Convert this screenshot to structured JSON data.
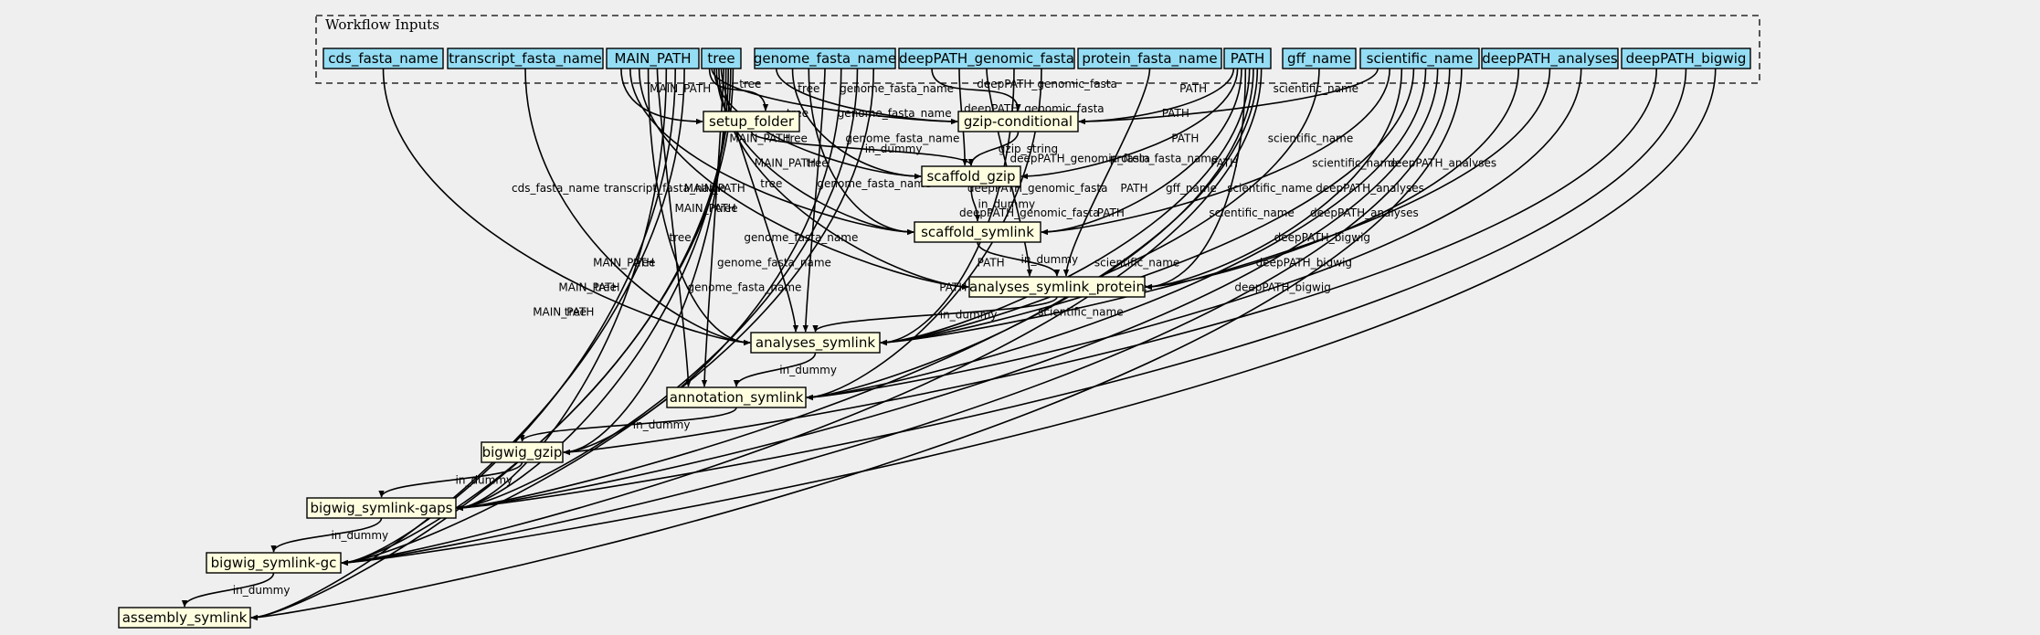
{
  "group": {
    "label": "Workflow Inputs"
  },
  "colors": {
    "input_fill": "#94ddf4",
    "step_fill": "#ffffe0",
    "background": "#efefef"
  },
  "inputs": [
    {
      "id": "cds",
      "label": "cds_fasta_name"
    },
    {
      "id": "tfn",
      "label": "transcript_fasta_name"
    },
    {
      "id": "mp",
      "label": "MAIN_PATH"
    },
    {
      "id": "tree",
      "label": "tree"
    },
    {
      "id": "gfn",
      "label": "genome_fasta_name"
    },
    {
      "id": "dgf",
      "label": "deepPATH_genomic_fasta"
    },
    {
      "id": "pfn",
      "label": "protein_fasta_name"
    },
    {
      "id": "path",
      "label": "PATH"
    },
    {
      "id": "gff",
      "label": "gff_name"
    },
    {
      "id": "sn",
      "label": "scientific_name"
    },
    {
      "id": "da",
      "label": "deepPATH_analyses"
    },
    {
      "id": "db",
      "label": "deepPATH_bigwig"
    }
  ],
  "steps": [
    {
      "id": "sf",
      "label": "setup_folder"
    },
    {
      "id": "gc",
      "label": "gzip-conditional"
    },
    {
      "id": "sg",
      "label": "scaffold_gzip"
    },
    {
      "id": "ss",
      "label": "scaffold_symlink"
    },
    {
      "id": "asp",
      "label": "analyses_symlink_protein"
    },
    {
      "id": "as",
      "label": "analyses_symlink"
    },
    {
      "id": "ans",
      "label": "annotation_symlink"
    },
    {
      "id": "bg",
      "label": "bigwig_gzip"
    },
    {
      "id": "bsg",
      "label": "bigwig_symlink-gaps"
    },
    {
      "id": "bgc",
      "label": "bigwig_symlink-gc"
    },
    {
      "id": "asy",
      "label": "assembly_symlink"
    }
  ],
  "edges": [
    {
      "from": "mp",
      "to": "sf",
      "label": "MAIN_PATH"
    },
    {
      "from": "tree",
      "to": "sf",
      "label": "tree"
    },
    {
      "from": "tree",
      "to": "gc",
      "label": "tree"
    },
    {
      "from": "gfn",
      "to": "gc",
      "label": "genome_fasta_name"
    },
    {
      "from": "dgf",
      "to": "gc",
      "label": "deepPATH_genomic_fasta"
    },
    {
      "from": "path",
      "to": "gc",
      "label": "PATH"
    },
    {
      "from": "sn",
      "to": "gc",
      "label": "scientific_name"
    },
    {
      "from": "tree",
      "to": "sg",
      "label": "tree"
    },
    {
      "from": "gfn",
      "to": "sg",
      "label": "genome_fasta_name"
    },
    {
      "from": "dgf",
      "to": "sg",
      "label": "deepPATH_genomic_fasta"
    },
    {
      "from": "path",
      "to": "sg",
      "label": "PATH"
    },
    {
      "from": "sf",
      "to": "sg",
      "label": "in_dummy"
    },
    {
      "from": "gc",
      "to": "sg",
      "label": "gzip_string"
    },
    {
      "from": "mp",
      "to": "ss",
      "label": "MAIN_PATH"
    },
    {
      "from": "tree",
      "to": "ss",
      "label": "tree"
    },
    {
      "from": "gfn",
      "to": "ss",
      "label": "genome_fasta_name"
    },
    {
      "from": "path",
      "to": "ss",
      "label": "PATH"
    },
    {
      "from": "sn",
      "to": "ss",
      "label": "scientific_name"
    },
    {
      "from": "sg",
      "to": "ss",
      "label": "in_dummy"
    },
    {
      "from": "mp",
      "to": "asp",
      "label": "MAIN_PATH"
    },
    {
      "from": "tree",
      "to": "asp",
      "label": "tree"
    },
    {
      "from": "dgf",
      "to": "asp",
      "label": "deepPATH_genomic_fasta"
    },
    {
      "from": "path",
      "to": "asp",
      "label": "PATH"
    },
    {
      "from": "pfn",
      "to": "asp",
      "label": "protein_fasta_name"
    },
    {
      "from": "sn",
      "to": "asp",
      "label": "scientific_name"
    },
    {
      "from": "da",
      "to": "asp",
      "label": "deepPATH_analyses"
    },
    {
      "from": "ss",
      "to": "asp",
      "label": "in_dummy"
    },
    {
      "from": "cds",
      "to": "as",
      "label": "cds_fasta_name"
    },
    {
      "from": "tfn",
      "to": "as",
      "label": "transcript_fasta_name"
    },
    {
      "from": "mp",
      "to": "as",
      "label": "MAIN_PATH"
    },
    {
      "from": "tree",
      "to": "as",
      "label": "tree"
    },
    {
      "from": "gfn",
      "to": "as",
      "label": "genome_fasta_name"
    },
    {
      "from": "dgf",
      "to": "as",
      "label": "deepPATH_genomic_fasta"
    },
    {
      "from": "path",
      "to": "as",
      "label": "PATH"
    },
    {
      "from": "sn",
      "to": "as",
      "label": "scientific_name"
    },
    {
      "from": "gff",
      "to": "as",
      "label": "gff_name"
    },
    {
      "from": "da",
      "to": "as",
      "label": "deepPATH_analyses"
    },
    {
      "from": "asp",
      "to": "as",
      "label": "in_dummy"
    },
    {
      "from": "mp",
      "to": "ans",
      "label": "MAIN_PATH"
    },
    {
      "from": "tree",
      "to": "ans",
      "label": "tree"
    },
    {
      "from": "dgf",
      "to": "ans",
      "label": "deepPATH_genomic_fasta"
    },
    {
      "from": "path",
      "to": "ans",
      "label": "PATH"
    },
    {
      "from": "sn",
      "to": "ans",
      "label": "scientific_name"
    },
    {
      "from": "da",
      "to": "ans",
      "label": "deepPATH_analyses"
    },
    {
      "from": "as",
      "to": "ans",
      "label": "in_dummy"
    },
    {
      "from": "tree",
      "to": "bg",
      "label": "tree"
    },
    {
      "from": "gfn",
      "to": "bg",
      "label": "genome_fasta_name"
    },
    {
      "from": "db",
      "to": "bg",
      "label": "deepPATH_bigwig"
    },
    {
      "from": "ans",
      "to": "bg",
      "label": "in_dummy"
    },
    {
      "from": "mp",
      "to": "bsg",
      "label": "MAIN_PATH"
    },
    {
      "from": "tree",
      "to": "bsg",
      "label": "tree"
    },
    {
      "from": "gfn",
      "to": "bsg",
      "label": "genome_fasta_name"
    },
    {
      "from": "path",
      "to": "bsg",
      "label": "PATH"
    },
    {
      "from": "sn",
      "to": "bsg",
      "label": "scientific_name"
    },
    {
      "from": "db",
      "to": "bsg",
      "label": "deepPATH_bigwig"
    },
    {
      "from": "bg",
      "to": "bsg",
      "label": "in_dummy"
    },
    {
      "from": "mp",
      "to": "bgc",
      "label": "MAIN_PATH"
    },
    {
      "from": "tree",
      "to": "bgc",
      "label": "tree"
    },
    {
      "from": "gfn",
      "to": "bgc",
      "label": "genome_fasta_name"
    },
    {
      "from": "path",
      "to": "bgc",
      "label": "PATH"
    },
    {
      "from": "sn",
      "to": "bgc",
      "label": "scientific_name"
    },
    {
      "from": "db",
      "to": "bgc",
      "label": "deepPATH_bigwig"
    },
    {
      "from": "bsg",
      "to": "bgc",
      "label": "in_dummy"
    },
    {
      "from": "mp",
      "to": "asy",
      "label": "MAIN_PATH"
    },
    {
      "from": "tree",
      "to": "asy",
      "label": "tree"
    },
    {
      "from": "sn",
      "to": "asy",
      "label": "scientific_name"
    },
    {
      "from": "bgc",
      "to": "asy",
      "label": "in_dummy"
    }
  ]
}
